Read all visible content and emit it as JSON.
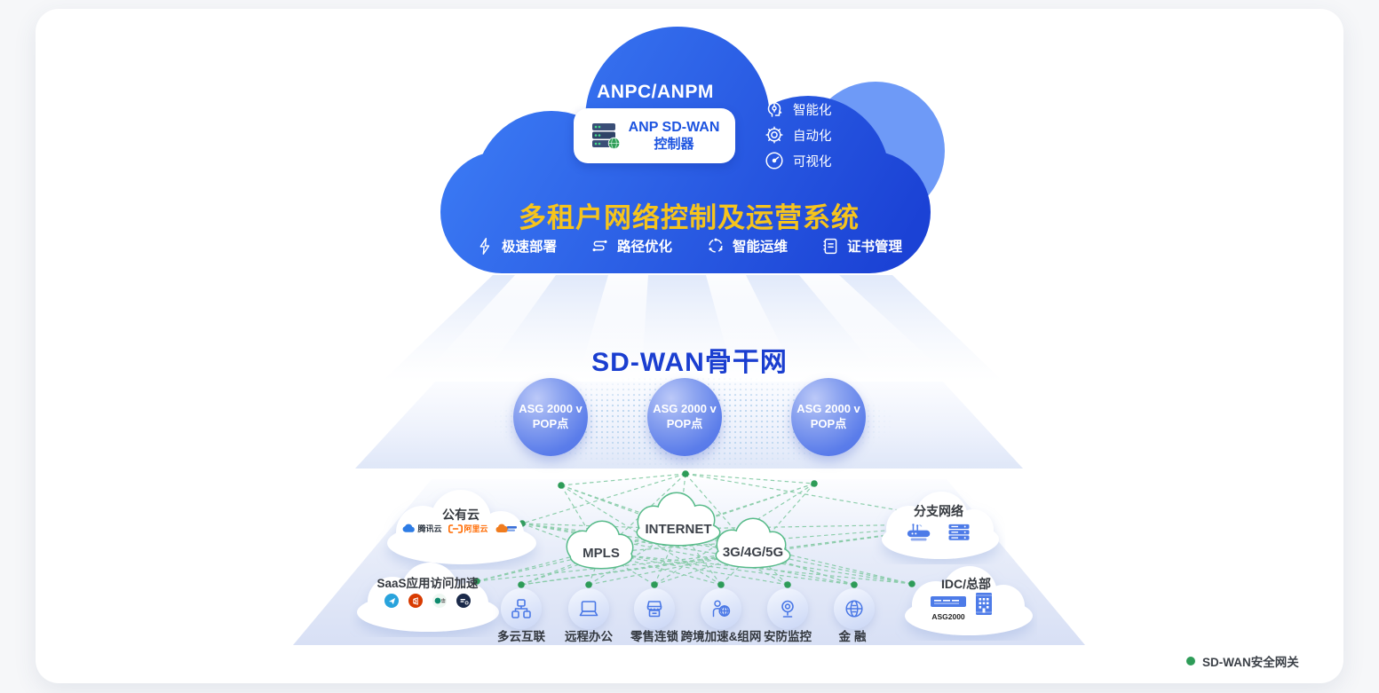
{
  "control_cloud": {
    "title": "ANPC/ANPM",
    "controller_box": {
      "line1": "ANP SD-WAN",
      "line2": "控制器"
    },
    "capabilities": [
      {
        "icon": "ai-head-icon",
        "label": "智能化"
      },
      {
        "icon": "gear-icon",
        "label": "自动化"
      },
      {
        "icon": "gauge-icon",
        "label": "可视化"
      }
    ],
    "headline": "多租户网络控制及运营系统",
    "features": [
      {
        "icon": "lightning-icon",
        "label": "极速部署"
      },
      {
        "icon": "route-icon",
        "label": "路径优化"
      },
      {
        "icon": "ops-circle-icon",
        "label": "智能运维"
      },
      {
        "icon": "certificate-icon",
        "label": "证书管理"
      }
    ]
  },
  "backbone": {
    "title": "SD-WAN骨干网",
    "pop_nodes": [
      {
        "line1": "ASG 2000 v",
        "line2": "POP点"
      },
      {
        "line1": "ASG 2000 v",
        "line2": "POP点"
      },
      {
        "line1": "ASG 2000 v",
        "line2": "POP点"
      }
    ]
  },
  "transport_clouds": [
    {
      "label": "MPLS"
    },
    {
      "label": "INTERNET"
    },
    {
      "label": "3G/4G/5G"
    }
  ],
  "edge_clouds": {
    "public_cloud": {
      "title": "公有云",
      "providers": [
        {
          "icon": "tencent-cloud-icon",
          "label": "腾讯云"
        },
        {
          "icon": "alibaba-cloud-icon",
          "label": "阿里云"
        },
        {
          "icon": "orange-cloud-logo-icon",
          "label": ""
        }
      ]
    },
    "saas": {
      "title": "SaaS应用访问加速",
      "app_icons": [
        "paperplane-app-icon",
        "office-app-icon",
        "cisco-webex-app-icon",
        "dark-app-icon"
      ]
    },
    "branch": {
      "title": "分支网络",
      "icons": [
        "router-icon",
        "switch-stack-icon"
      ]
    },
    "idc": {
      "title": "IDC/总部",
      "device_label": "ASG2000",
      "icons": [
        "asg-appliance-icon",
        "building-icon"
      ]
    }
  },
  "scenarios": [
    {
      "icon": "multicloud-icon",
      "label": "多云互联"
    },
    {
      "icon": "laptop-icon",
      "label": "远程办公"
    },
    {
      "icon": "storefront-icon",
      "label": "零售连锁"
    },
    {
      "icon": "globe-person-icon",
      "label": "跨境加速&组网"
    },
    {
      "icon": "camera-icon",
      "label": "安防监控"
    },
    {
      "icon": "finance-globe-icon",
      "label": "金融"
    }
  ],
  "legend": {
    "label": "SD-WAN安全网关"
  },
  "colors": {
    "cloud_blue_start": "#3575f2",
    "cloud_blue_end": "#1c45d6",
    "headline_yellow": "#f6c41c",
    "backbone_blue": "#1a3ed0",
    "mesh_green": "#2e9c58",
    "dashed_green": "#7cc79e",
    "icon_blue": "#4a78e6"
  }
}
